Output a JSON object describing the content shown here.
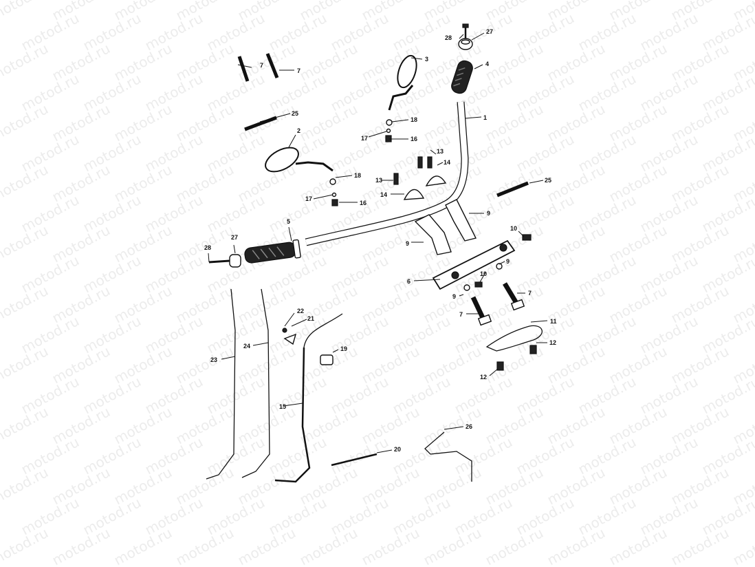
{
  "watermark": "motod.ru",
  "callouts": {
    "c1": "1",
    "c2": "2",
    "c3": "3",
    "c4": "4",
    "c5": "5",
    "c6": "6",
    "c7a": "7",
    "c7b": "7",
    "c7c": "7",
    "c7d": "7",
    "c9a": "9",
    "c9b": "9",
    "c9c": "9",
    "c9d": "9",
    "c10a": "10",
    "c10b": "10",
    "c11": "11",
    "c12a": "12",
    "c12b": "12",
    "c13a": "13",
    "c13b": "13",
    "c14a": "14",
    "c14b": "14",
    "c15": "15",
    "c16a": "16",
    "c16b": "16",
    "c17a": "17",
    "c17b": "17",
    "c18a": "18",
    "c18b": "18",
    "c19": "19",
    "c20": "20",
    "c21": "21",
    "c22": "22",
    "c23": "23",
    "c24": "24",
    "c25a": "25",
    "c25b": "25",
    "c26": "26",
    "c27a": "27",
    "c27b": "27",
    "c28a": "28",
    "c28b": "28"
  }
}
